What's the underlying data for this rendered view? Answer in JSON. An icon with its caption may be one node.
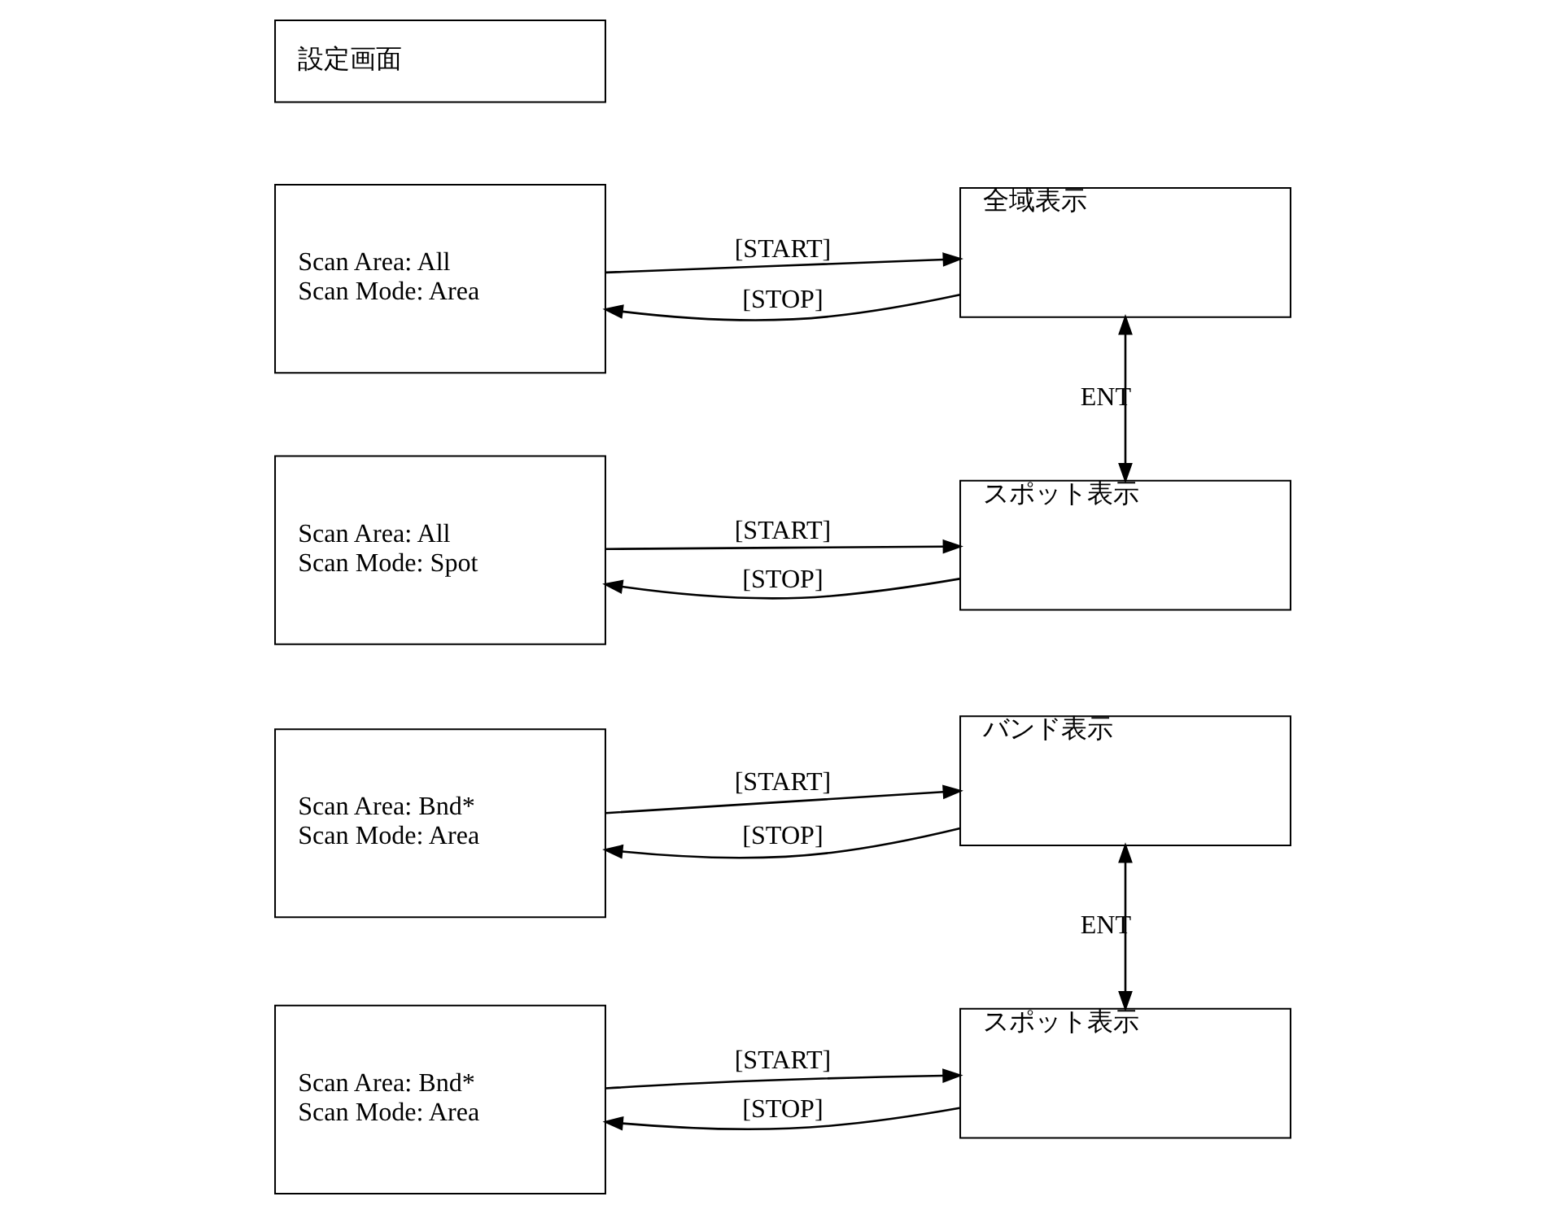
{
  "diagram": {
    "nodes": [
      {
        "text": [
          "設定画面"
        ]
      },
      {
        "text": [
          "Scan Area: All",
          "Scan Mode: Area"
        ]
      },
      {
        "text": [
          "Scan Area: All",
          "Scan Mode: Spot"
        ]
      },
      {
        "text": [
          "Scan Area: Bnd*",
          "Scan Mode: Area"
        ]
      },
      {
        "text": [
          "Scan Area: Bnd*",
          "Scan Mode: Area"
        ]
      },
      {
        "text": [
          "全域表示"
        ]
      },
      {
        "text": [
          "スポット表示"
        ]
      },
      {
        "text": [
          "バンド表示"
        ]
      },
      {
        "text": [
          "スポット表示"
        ]
      }
    ],
    "edges": [
      {
        "from": 1,
        "to": 5,
        "arrow": "to",
        "label": "[START]"
      },
      {
        "from": 5,
        "to": 1,
        "arrow": "to",
        "label": "[STOP]"
      },
      {
        "from": 2,
        "to": 6,
        "arrow": "to",
        "label": "[START]"
      },
      {
        "from": 6,
        "to": 2,
        "arrow": "to",
        "label": "[STOP]"
      },
      {
        "from": 3,
        "to": 7,
        "arrow": "to",
        "label": "[START]"
      },
      {
        "from": 7,
        "to": 3,
        "arrow": "to",
        "label": "[STOP]"
      },
      {
        "from": 4,
        "to": 8,
        "arrow": "to",
        "label": "[START]"
      },
      {
        "from": 8,
        "to": 4,
        "arrow": "to",
        "label": "[STOP]"
      },
      {
        "from": 5,
        "to": 6,
        "arrow": "both",
        "label": "ENT"
      },
      {
        "from": 7,
        "to": 8,
        "arrow": "both",
        "label": "ENT"
      }
    ]
  }
}
